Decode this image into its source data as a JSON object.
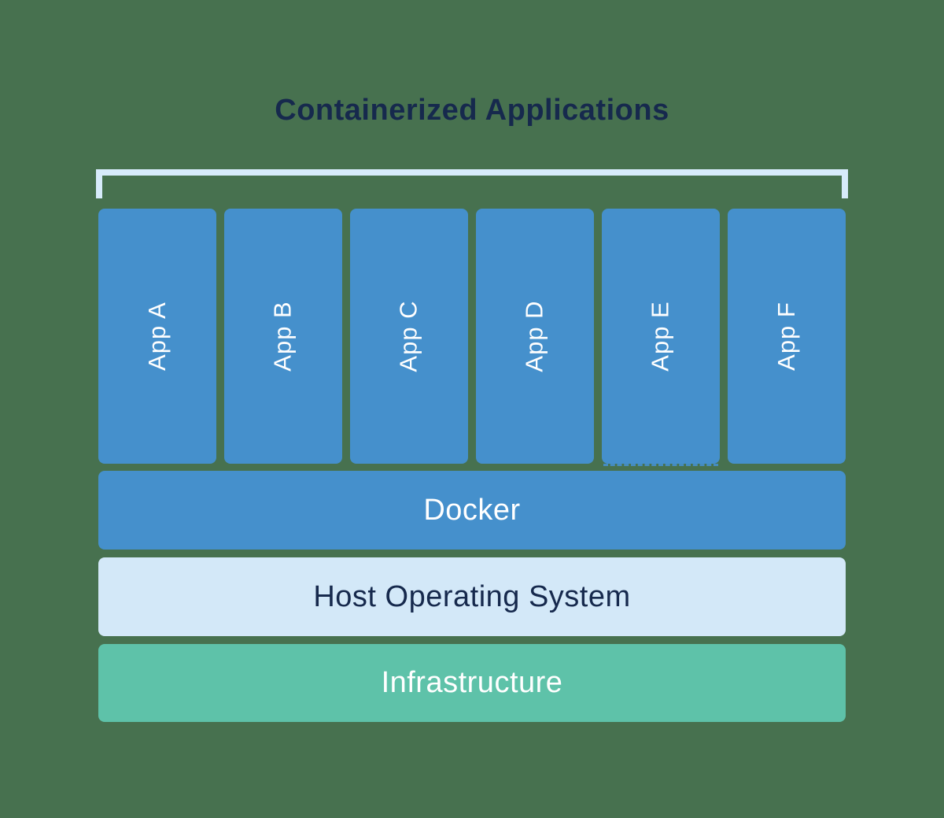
{
  "title": "Containerized Applications",
  "apps": [
    "App A",
    "App B",
    "App C",
    "App D",
    "App E",
    "App F"
  ],
  "layers": {
    "docker": "Docker",
    "host_os": "Host Operating System",
    "infrastructure": "Infrastructure"
  },
  "colors": {
    "background": "#47714F",
    "container_blue": "#4590CC",
    "bracket_light_blue": "#D7EBFB",
    "host_os_light_blue": "#D3E8F8",
    "infrastructure_teal": "#5EC2A9",
    "navy_text": "#16294D",
    "white_text": "#FFFFFF"
  }
}
